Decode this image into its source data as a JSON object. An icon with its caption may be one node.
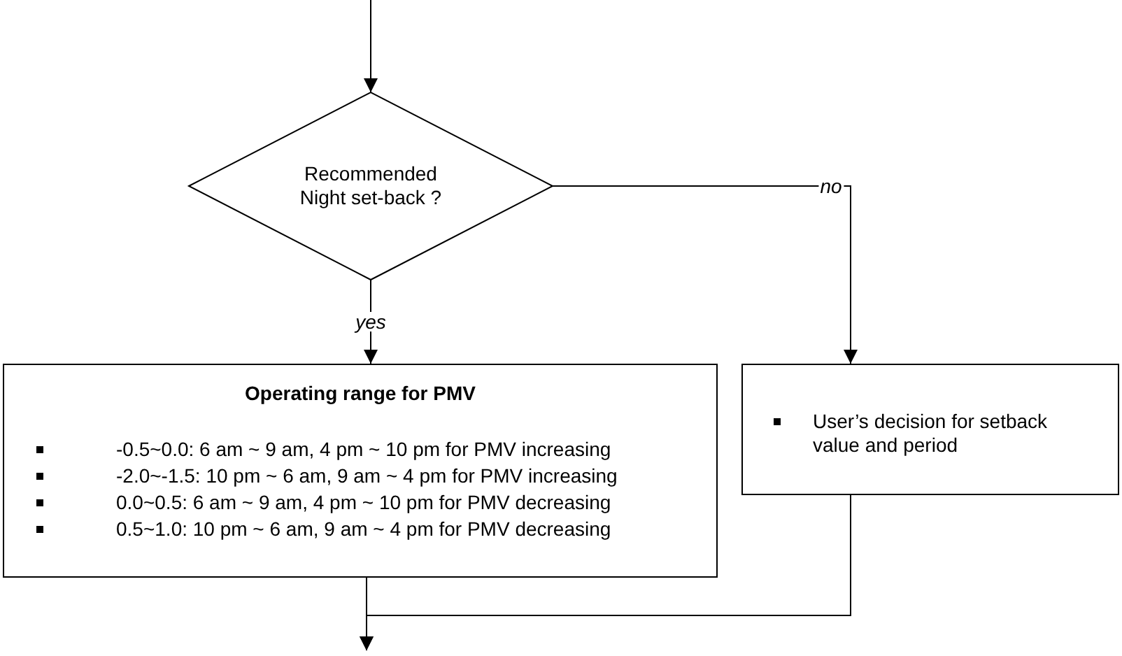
{
  "diagram": {
    "nodes": [
      {
        "text": [
          "Recommended Night set-back ?"
        ]
      },
      {
        "text": [
          "Operating range for PMV",
          "-0.5~0.0: 6 am ~ 9 am, 4 pm ~ 10 pm for PMV increasing",
          "-2.0~-1.5: 10 pm ~ 6 am, 9 am ~ 4 pm for PMV increasing",
          "0.0~0.5: 6 am ~ 9 am, 4 pm ~ 10 pm for PMV decreasing",
          "0.5~1.0: 10 pm ~ 6 am, 9 am ~ 4 pm for PMV decreasing"
        ]
      },
      {
        "text": [
          "User’s decision for setback value and period"
        ]
      }
    ],
    "edges": [
      {
        "from": null,
        "to": 0,
        "arrow": "to"
      },
      {
        "from": 0,
        "to": 1,
        "label": "yes",
        "arrow": "to"
      },
      {
        "from": 0,
        "to": 2,
        "label": "no",
        "arrow": "to"
      },
      {
        "from": 1,
        "to": null,
        "arrow": "to"
      },
      {
        "from": 2,
        "to": null,
        "arrow": "to"
      }
    ]
  }
}
